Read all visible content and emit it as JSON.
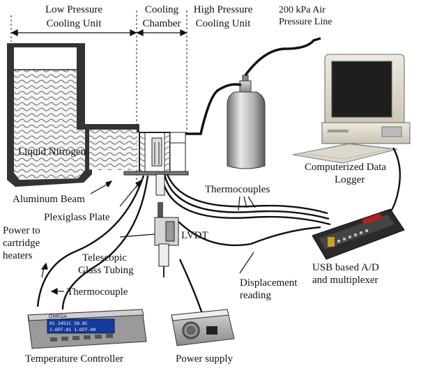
{
  "sections": {
    "low_pressure": "Low Pressure Cooling Unit",
    "low_pressure_l1": "Low Pressure",
    "low_pressure_l2": "Cooling Unit",
    "cooling_chamber_l1": "Cooling",
    "cooling_chamber_l2": "Chamber",
    "high_pressure_l1": "High Pressure",
    "high_pressure_l2": "Cooling Unit"
  },
  "labels": {
    "air_line_l1": "200 kPa Air",
    "air_line_l2": "Pressure Line",
    "liquid_nitrogen": "Liquid Nitrogen",
    "computer_l1": "Computerized Data",
    "computer_l2": "Logger",
    "thermocouples": "Thermocouples",
    "aluminum_beam": "Aluminum Beam",
    "plexiglass_plate": "Plexiglass Plate",
    "power_l1": "Power to",
    "power_l2": "cartridge",
    "power_l3": "heaters",
    "lvdt": "LVDT",
    "telescopic_l1": "Telescopic",
    "telescopic_l2": "Glass Tubing",
    "displacement_l1": "Displacement",
    "displacement_l2": "reading",
    "usb_l1": "USB based A/D",
    "usb_l2": "and multiplexer",
    "thermocouple": "Thermocouple",
    "temperature_controller": "Temperature Controller",
    "power_supply": "Power supply"
  },
  "controller_display": {
    "brand": "OMEGA",
    "line1": "01 2451C 58.8C",
    "line2": "1-OFF-01 1-OFF-00"
  }
}
